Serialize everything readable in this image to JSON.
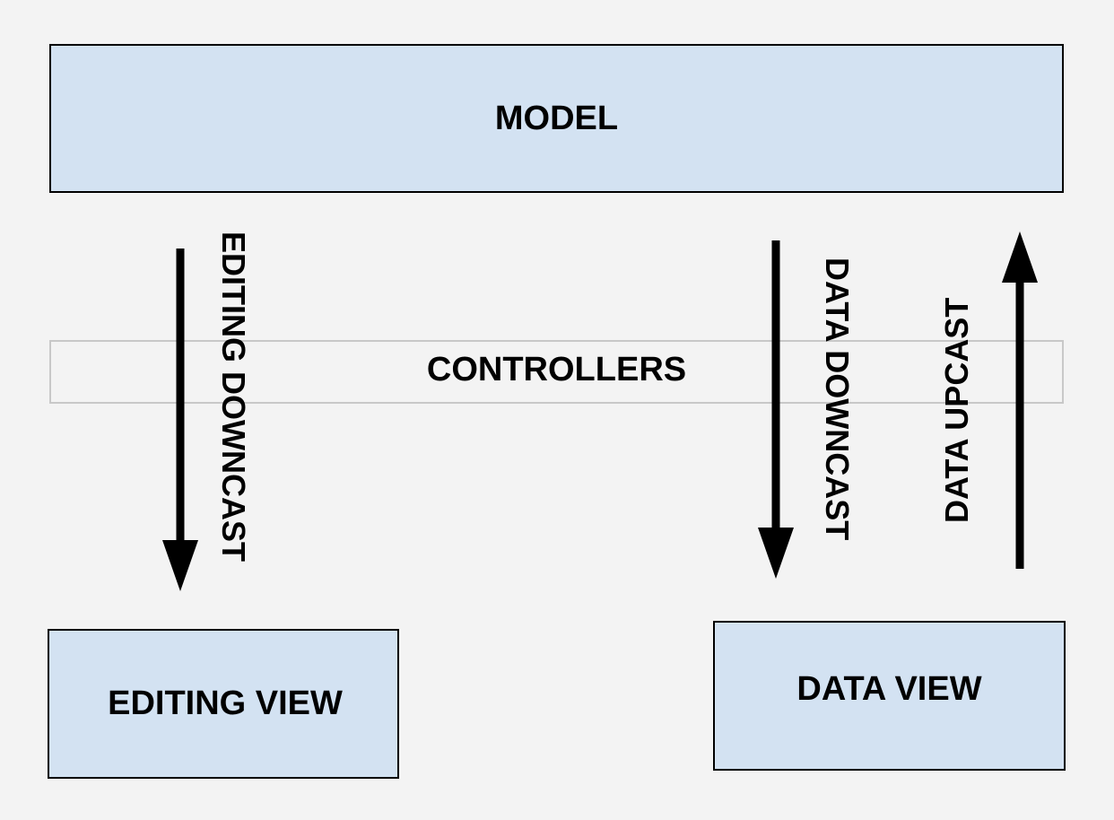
{
  "diagram": {
    "model_label": "MODEL",
    "controllers_label": "CONTROLLERS",
    "editing_view_label": "EDITING VIEW",
    "data_view_label": "DATA VIEW",
    "arrows": {
      "editing_downcast": "EDITING DOWNCAST",
      "data_downcast": "DATA DOWNCAST",
      "data_upcast": "DATA UPCAST"
    }
  },
  "colors": {
    "box_fill": "#d3e2f2",
    "background": "#f3f3f3",
    "controllers_border": "#c8c8c8",
    "stroke": "#000000"
  }
}
